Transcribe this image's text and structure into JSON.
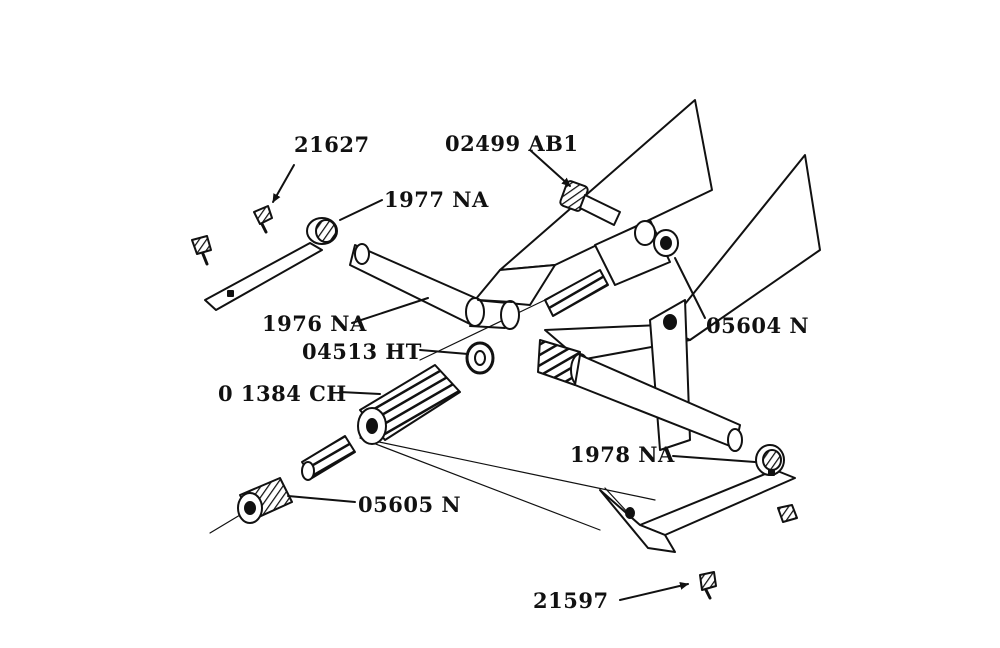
{
  "labels": {
    "p21627": "21627",
    "p02499": "02499 AB1",
    "p1977": "1977 NA",
    "p1976": "1976 NA",
    "p05604": "05604 N",
    "p04513": "04513 HT",
    "p01384": "0 1384 CH",
    "p1978": "1978 NA",
    "p05605": "05605 N",
    "p21597": "21597"
  }
}
